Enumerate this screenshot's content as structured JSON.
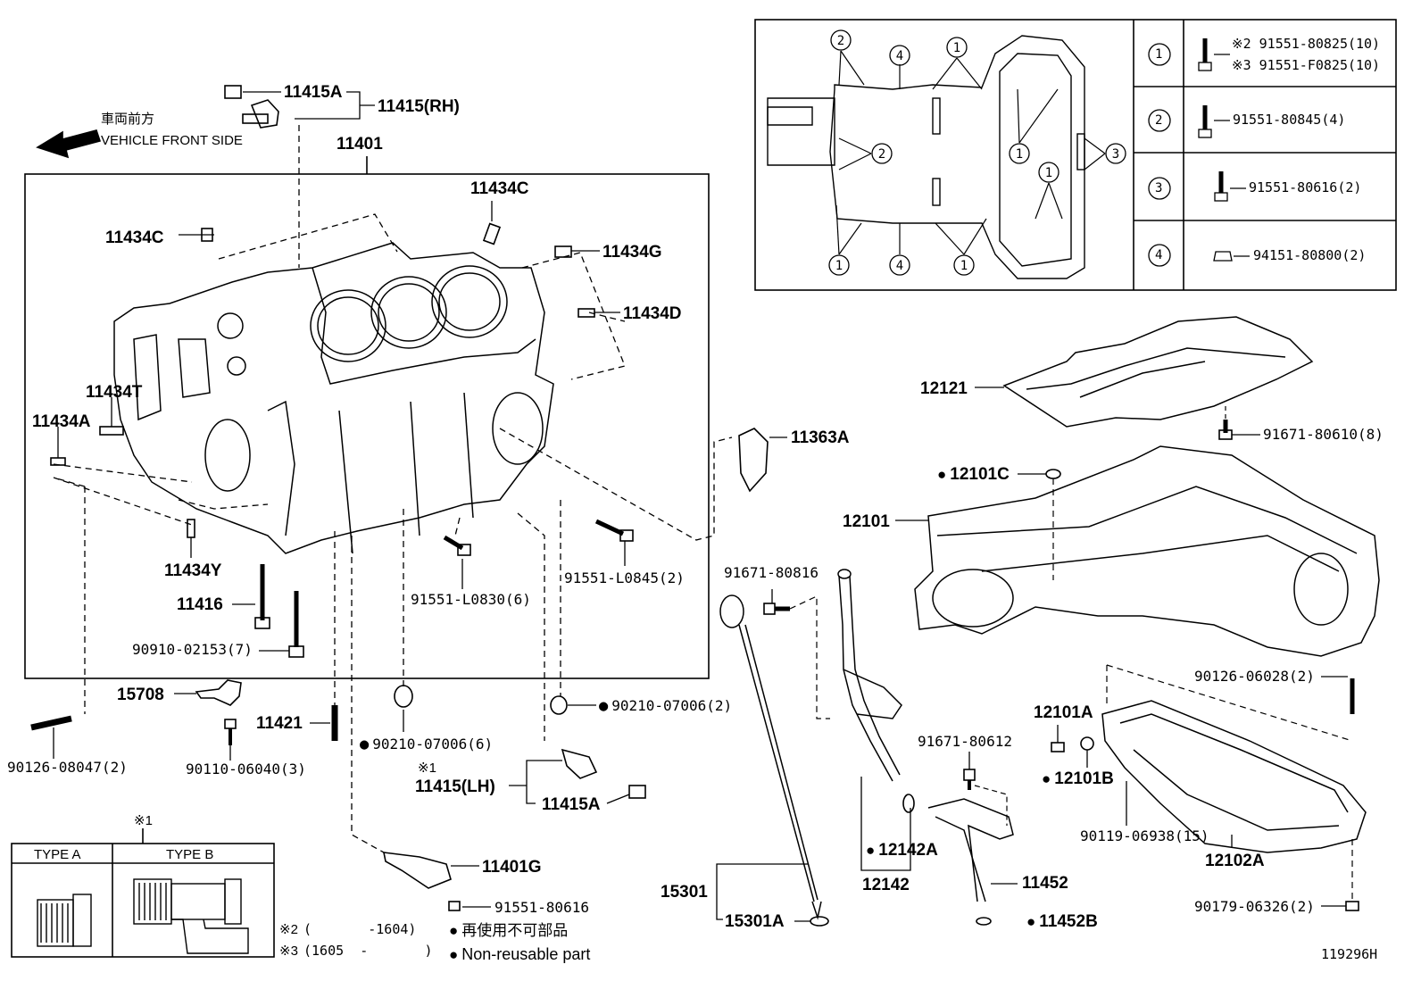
{
  "header": {
    "direction_jp": "車両前方",
    "direction_en": "VEHICLE FRONT SIDE"
  },
  "parts": {
    "p11415A_top": "11415A",
    "p11415RH": "11415(RH)",
    "p11401": "11401",
    "p11434C_a": "11434C",
    "p11434C_b": "11434C",
    "p11434G": "11434G",
    "p11434D": "11434D",
    "p11434T": "11434T",
    "p11434A": "11434A",
    "p11434Y": "11434Y",
    "p11416": "11416",
    "p90910": "90910-02153(7)",
    "p91551L0830": "91551-L0830(6)",
    "p91551L0845": "91551-L0845(2)",
    "p11363A": "11363A",
    "p12121": "12121",
    "p91671_80610": "91671-80610(8)",
    "p12101C": "12101C",
    "p12101": "12101",
    "p91671_80816": "91671-80816",
    "p90126_06028": "90126-06028(2)",
    "p12101A": "12101A",
    "p12101B": "12101B",
    "p91671_80612": "91671-80612",
    "p90119": "90119-06938(15)",
    "p12102A": "12102A",
    "p90179": "90179-06326(2)",
    "p15708": "15708",
    "p11421": "11421",
    "p90126_08047": "90126-08047(2)",
    "p90110": "90110-06040(3)",
    "p90210_a": "90210-07006(6)",
    "p90210_b": "90210-07006(2)",
    "p11415LH_note": "※1",
    "p11415LH": "11415(LH)",
    "p11415A_bot": "11415A",
    "p11401G": "11401G",
    "p91551_80616": "91551-80616",
    "p15301": "15301",
    "p15301A": "15301A",
    "p12142A": "12142A",
    "p12142": "12142",
    "p11452": "11452",
    "p11452B": "11452B"
  },
  "inset_table": {
    "rows": [
      {
        "num": "1",
        "lines": [
          "※2 91551-80825(10)",
          "※3 91551-F0825(10)"
        ]
      },
      {
        "num": "2",
        "lines": [
          "91551-80845(4)"
        ]
      },
      {
        "num": "3",
        "lines": [
          "91551-80616(2)"
        ]
      },
      {
        "num": "4",
        "lines": [
          "94151-80800(2)"
        ]
      }
    ]
  },
  "type_box": {
    "note": "※1",
    "type_a": "TYPE A",
    "type_b": "TYPE B"
  },
  "legend": {
    "note2_mark": "※2",
    "note2_range": "(       -1604)",
    "note3_mark": "※3",
    "note3_range": "(1605  -       )",
    "nonreuse_jp": "再使用不可部品",
    "nonreuse_en": "Non-reusable part"
  },
  "footer": {
    "code": "119296H"
  }
}
